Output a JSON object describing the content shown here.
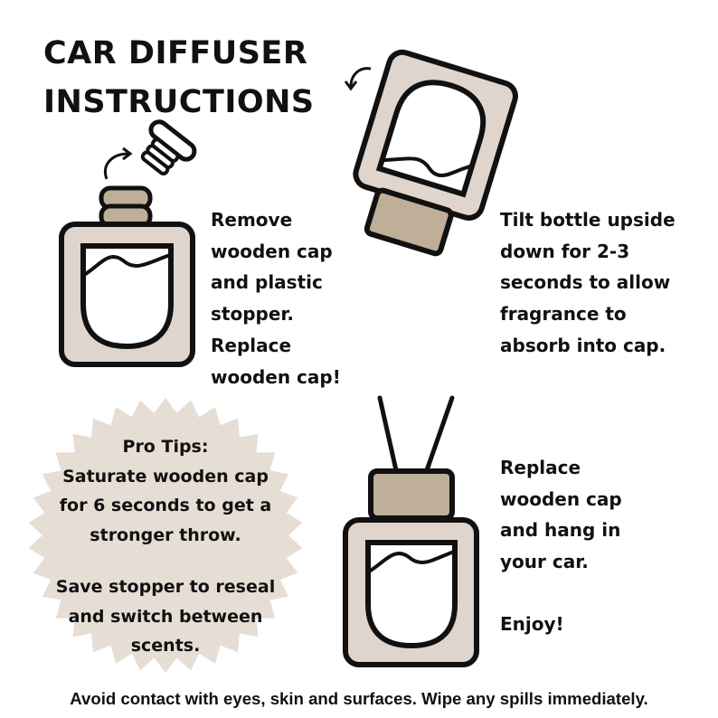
{
  "title": {
    "line1": "CAR DIFFUSER",
    "line2": "INSTRUCTIONS"
  },
  "steps": [
    {
      "lines": [
        "Remove",
        "wooden cap",
        "and plastic",
        "stopper.",
        "Replace",
        "wooden cap!"
      ]
    },
    {
      "lines": [
        "Tilt bottle upside",
        "down for 2-3",
        "seconds to allow",
        "fragrance to",
        "absorb into cap."
      ]
    },
    {
      "lines": [
        "Replace",
        "wooden cap",
        "and hang in",
        "your car."
      ],
      "extra": "Enjoy!"
    }
  ],
  "pro_tips": {
    "heading": "Pro Tips:",
    "tip1": [
      "Saturate wooden cap",
      "for 6 seconds to get a",
      "stronger throw."
    ],
    "tip2": [
      "Save stopper to reseal",
      "and switch between",
      "scents."
    ]
  },
  "footer": "Avoid contact with eyes, skin and surfaces. Wipe any spills immediately.",
  "colors": {
    "bottle": "#e0d5cc",
    "cap": "#bfae98",
    "badge": "#e6ddd5",
    "outline": "#111111"
  }
}
